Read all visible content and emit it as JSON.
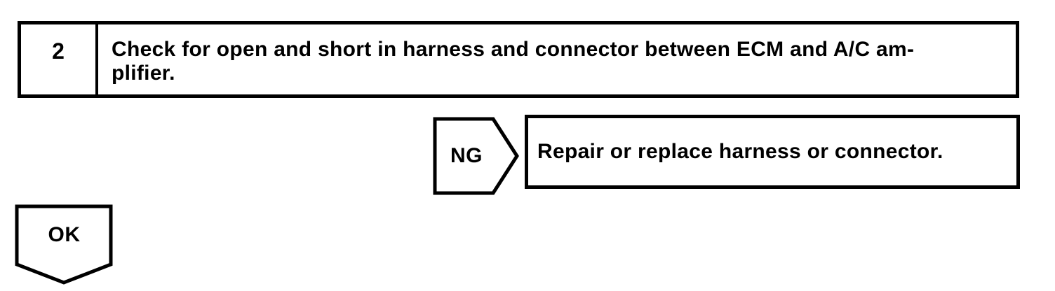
{
  "flowchart": {
    "step": {
      "number": "2",
      "description": "Check for open and short in harness and connector between ECM and A/C am-\nplifier."
    },
    "ng_branch": {
      "label": "NG",
      "action": "Repair or replace harness or connector."
    },
    "ok_branch": {
      "label": "OK"
    },
    "colors": {
      "line": "#000000",
      "background": "#ffffff"
    }
  }
}
